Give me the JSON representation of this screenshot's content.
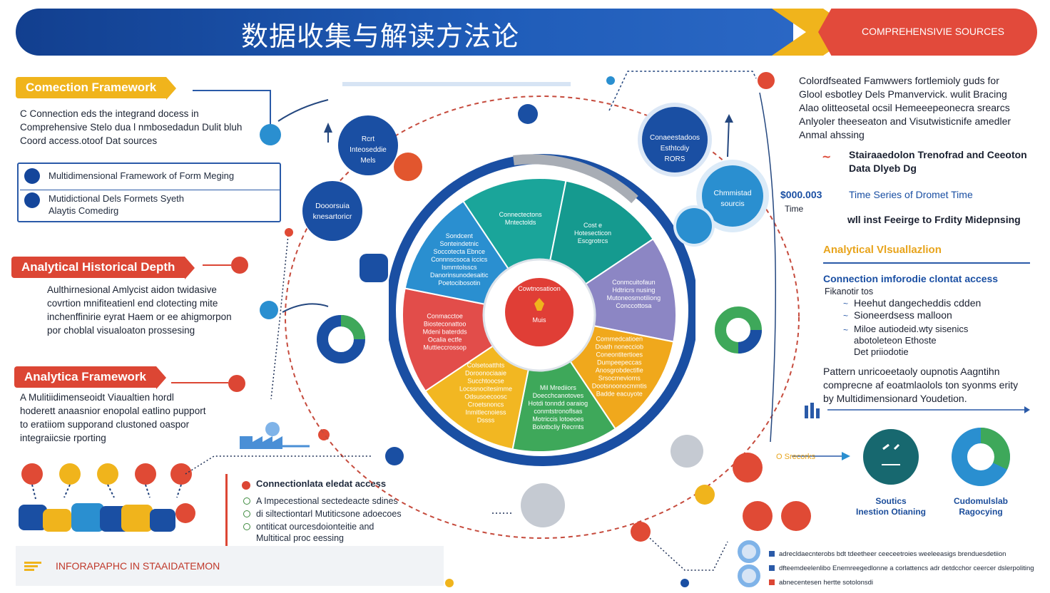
{
  "banner": {
    "title": "数据收集与解读方法论",
    "subtitle": "COMPREHENSIVIE SOURCES",
    "colors": {
      "blue": "#1f5cb8",
      "yellow": "#f0b41c",
      "red": "#e24a3b"
    }
  },
  "left": {
    "section1": {
      "tag": "Comection Framework",
      "lines": [
        "C Connection eds the integrand docess in",
        "Comprehensive Stelo dua l nmbosedadun Dulit bluh",
        "Coord access.otoof Dat sources"
      ],
      "box_items": [
        "Multidimensional Framework of Form Meging",
        "Mutidictional Dels Formets Syeth\nAlaytis Comedirg"
      ]
    },
    "section2": {
      "tag": "Analytical Historical Depth",
      "lines": [
        "Aulthirnesional Amlycist aidon twidasive",
        "covrtion mnifiteatienl end clotecting mite",
        "inchenffinirie eyrat Haem or ee ahigmorpon",
        "por choblal visualoaton prossesing"
      ]
    },
    "section3": {
      "tag": "Analytica Framework",
      "lines": [
        "A Mulitiidimenseoidt Viaualtien hordl",
        "hoderett anaasnior enopolal eatlino pupport",
        "to eratiiom supporand clustoned oaspor",
        "integraiicsie rporting"
      ]
    }
  },
  "bottom_card": {
    "title": "Connectionlata eledat access",
    "items": [
      "A Impecestional sectedeacte sdines",
      "di siltectiontarl Mutiticsone adoecoes",
      "ontiticat ourcesdoionteitie and",
      "Multitical proc eessing"
    ]
  },
  "footer": {
    "label": "INFORAPAPHC IN STAAIDATEMON"
  },
  "wheel": {
    "center": {
      "line1": "Cowtnosatioon",
      "line2": "Muis"
    },
    "segments": [
      {
        "label": "Connectectons\nMntectolds",
        "color": "#1aa59a"
      },
      {
        "label": "Cost e\nHotesecticon\nEscgrotrcs",
        "color": "#159a8f"
      },
      {
        "label": "Conmcuitofaun\nHdtricrs nusing\nMutoneosmotiliong\nConccottosa",
        "color": "#8c86c4"
      },
      {
        "label": "Commedcatioen\nDoath nonecciob\nConeontitertioes\nDumpeepeccas\nAnosgrobdectifie\nSrsocmevioms\nDootsnoonocmmtis\nBadde eacuyote",
        "color": "#f0a81c"
      },
      {
        "label": "Mil Mrediiors\nDoecchcanotoves\nHotdi tonndd oaraiog\nconmtstronoflsas\nMotriccis lotoeoes\nBolotbcliy Recrnts",
        "color": "#3ea85a"
      },
      {
        "label": "Colsetoatthts\nDoroonociaaie\nSucchtoocse\nLocssnocitesimme\nOdsusoecoosc\nCroetsnoncs\nInmitlecnoiess\nDssss",
        "color": "#f2b722"
      },
      {
        "label": "Conmacctoe\nBiosteconattoo\nMdeni baterdds\nOcalia ectfe\nMuttieccrossop",
        "color": "#e24d4a"
      },
      {
        "label": "Sondcent\nSonteindetnic\nSoccotecta Ebnce\nConnnscsoca iccics\nIsmmtolsscs\nDanorinsunodesaitic\nPoetocibosotin",
        "color": "#2a8fd0"
      }
    ],
    "nodes": [
      {
        "label": "Rcrt\nInteoseddie\nMels"
      },
      {
        "label": "Dooorsuia\nknesartoricr"
      },
      {
        "label": "Conaeestadoos\nEsthtcdiy\nRORS"
      },
      {
        "label": "Chmmistad\nsourcis"
      }
    ]
  },
  "right": {
    "intro": [
      "Colordfseated Famwwers fortlemioly guds for",
      "Glool esbotley Dels Pmanvervick. wulit Bracing",
      "Alao olitteosetal ocsil Hemeeepeonecra srearcs",
      "Anlyoler theeseaton and Visutwisticnife amedler",
      "Anmal ahssing"
    ],
    "items": [
      "Stairaaedolon Trenofrad and Ceeoton\nData Dlyeb Dg",
      "Time Series of Dromet Time",
      "wll inst Feeirge to Frdity Midepnsing"
    ],
    "stat": {
      "value": "$000.003",
      "label": "Time"
    },
    "heading1": "Analytical Vlsuallazlion",
    "heading2": "Connection imforodie clontat access",
    "heading2_sub": "Fikanotir tos",
    "bullets": [
      "Heehut dangecheddis cdden",
      "Sioneerdsess malloon",
      "Miloe autiodeid.wty sisenics\nabotoleteon Ethoste\nDet priiodotie"
    ],
    "pattern_lines": [
      "Pattern unricoeetaoly oupnotis Aagntihn",
      "comprecne af eoatmlaolols ton syonms erity",
      "by Multidimensionard Youdetion."
    ],
    "sources_link": "O Srecorks",
    "chart_labels": [
      "Soutics\nInestion Otianing",
      "Cudomulslab\nRagocying"
    ],
    "legend": [
      "adrecldaecnterobs bdt tdeetheer ceeceetroies weeleeasigs brenduesdetiion",
      "dfteemdeelenlibo Enemreegedlonne a corlattencs adr detdcchor ceercer dslerpoliting",
      "abnecentesen hertte sotolonsdi"
    ],
    "legend_colors": [
      "#2a5aa8",
      "#2a5aa8",
      "#dc4634"
    ]
  }
}
